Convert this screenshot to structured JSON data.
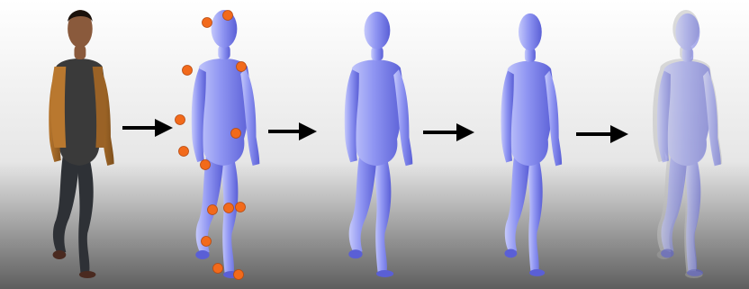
{
  "figure": {
    "stages": [
      {
        "id": "textured-input",
        "kind": "textured"
      },
      {
        "id": "template-fit-with-markers",
        "kind": "markers",
        "marker_count": 14
      },
      {
        "id": "fitted-body-male",
        "kind": "blue-body"
      },
      {
        "id": "fitted-body-female",
        "kind": "blue-body"
      },
      {
        "id": "overlay-comparison",
        "kind": "overlay"
      }
    ],
    "arrow_count": 4
  },
  "colors": {
    "background_top": "#ffffff",
    "floor_light": "#e6e6e6",
    "floor_dark": "#5e5e5e",
    "mesh_blue": "#8f95f2",
    "mesh_blue_light": "#c5c9fb",
    "mesh_blue_dark": "#5a5fd6",
    "marker_orange": "#f26a1b",
    "arrow": "#000000",
    "hoodie": "#b9782f",
    "shirt": "#3a3a3a",
    "jeans": "#2e3136",
    "skin": "#8a5a3c",
    "ghost_gray": "#bfbfbf"
  }
}
